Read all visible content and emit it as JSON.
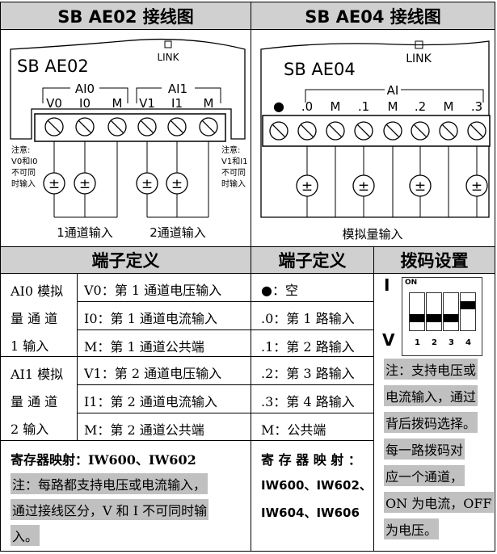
{
  "headers": {
    "ae02": "SB AE02 接线图",
    "ae04": "SB AE04 接线图",
    "terminal_def_left": "端子定义",
    "terminal_def_right": "端子定义",
    "dip_setting": "拨码设置"
  },
  "ae02": {
    "model": "SB AE02",
    "link": "LINK",
    "group0": "AI0",
    "group1": "AI1",
    "terminals": [
      "V0",
      "I0",
      "M",
      "V1",
      "I1",
      "M"
    ],
    "note_left": [
      "注意:",
      "V0和I0",
      "不可同",
      "时输入"
    ],
    "note_right": [
      "注意:",
      "V1和I1",
      "不可同",
      "时输入"
    ],
    "ch1": "1通道输入",
    "ch2": "2通道输入",
    "source_symbol": "±"
  },
  "ae04": {
    "model": "SB AE04",
    "link": "LINK",
    "group": "AI",
    "terminals": [
      "●",
      ".0",
      "M",
      ".1",
      "M",
      ".2",
      "M",
      ".3"
    ],
    "caption": "模拟量输入",
    "source_symbol": "±"
  },
  "left_table": {
    "groups": [
      {
        "label": [
          "AI0 模拟",
          "量 通 道",
          "1 输入"
        ],
        "rows": [
          "V0：第 1 通道电压输入",
          "I0：第 1 通道电流输入",
          "M：第 1 通道公共端"
        ]
      },
      {
        "label": [
          "AI1 模拟",
          "量 通 道",
          "2 输入"
        ],
        "rows": [
          "V1：第 2 通道电压输入",
          "I1：第 2 通道电流输入",
          "M：第 2 通道公共端"
        ]
      }
    ],
    "register": "寄存器映射：IW600、IW602",
    "note": [
      "注：每路都支持电压或电流输入，",
      "通过接线区分，V 和 I 不可同时输",
      "入。"
    ]
  },
  "right_table": {
    "rows": [
      "●：空",
      ".0：第 1 路输入",
      ".1：第 2 路输入",
      ".2：第 3 路输入",
      ".3：第 4 路输入",
      "M：公共端"
    ],
    "register": [
      "寄 存 器 映 射 ：",
      "IW600、IW602、",
      "IW604、IW606"
    ]
  },
  "dip": {
    "label_i": "I",
    "label_v": "V",
    "on": "ON",
    "switches": [
      "1",
      "2",
      "3",
      "4"
    ],
    "switch_states": [
      "OFF",
      "OFF",
      "OFF",
      "ON"
    ],
    "note": [
      "注：支持电压或",
      "电流输入，通过",
      "背后拨码选择。",
      "每一路拨码对",
      "应一个通道，",
      "ON 为电流，OFF",
      "为电压。"
    ]
  }
}
